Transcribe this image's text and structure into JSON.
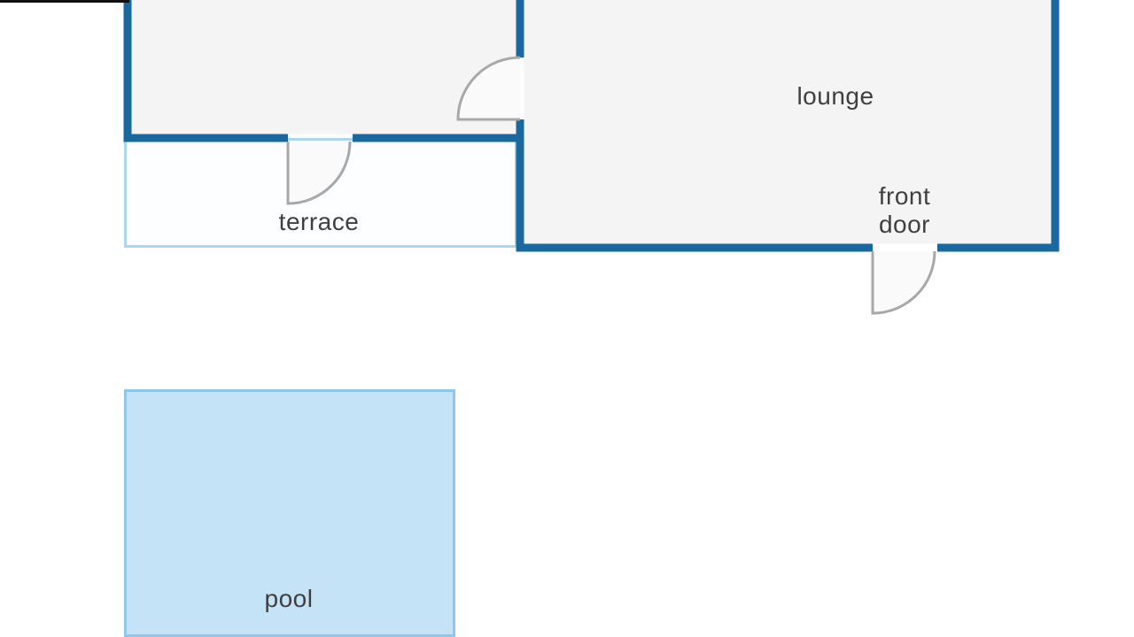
{
  "diagram": {
    "type": "floor-plan",
    "labels": {
      "lounge": "lounge",
      "terrace": "terrace",
      "pool": "pool",
      "front_door_1": "front",
      "front_door_2": "door"
    },
    "rooms": [
      {
        "id": "upper-left-room",
        "label": ""
      },
      {
        "id": "lounge",
        "label": "lounge"
      },
      {
        "id": "terrace",
        "label": "terrace"
      },
      {
        "id": "pool",
        "label": "pool"
      }
    ],
    "doors": [
      {
        "id": "interior-door",
        "between": "upper-left-room / lounge"
      },
      {
        "id": "terrace-door",
        "between": "upper-left-room / terrace"
      },
      {
        "id": "front-door",
        "label": "front door"
      }
    ],
    "colors": {
      "wall": "#1a699e",
      "room_fill": "#f4f4f4",
      "terrace_fill": "#fcfeff",
      "terrace_border": "#aad6f0",
      "pool_fill": "#c5e3f6",
      "pool_border": "#8ec7ea",
      "door_stroke": "#a8a8a8",
      "door_fill": "#fafafa",
      "text": "#3f3f3f",
      "top_edge_mark": "#111111",
      "background": "#ffffff"
    }
  }
}
